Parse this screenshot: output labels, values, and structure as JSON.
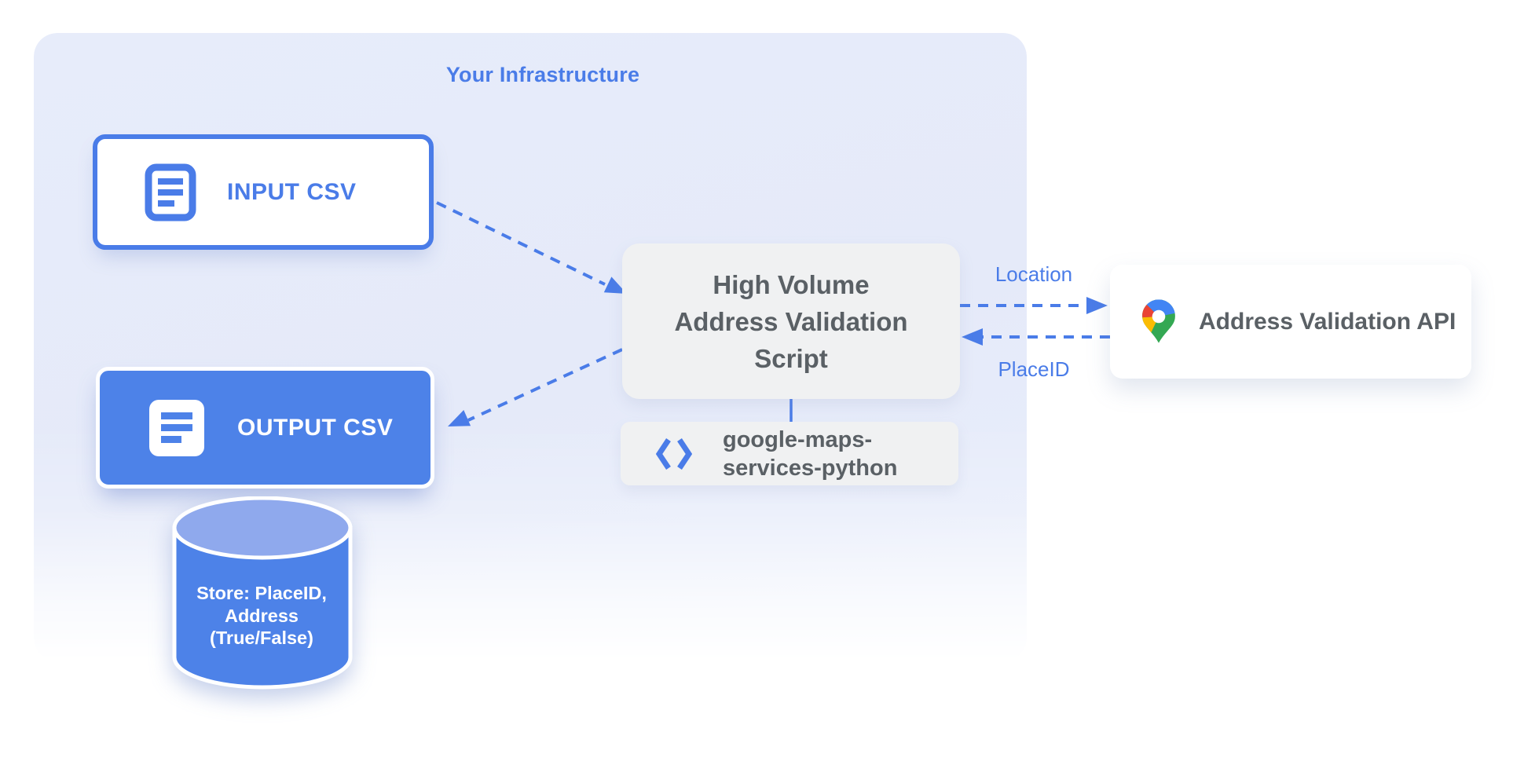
{
  "diagram": {
    "container_title": "Your Infrastructure",
    "nodes": {
      "input_csv": {
        "label": "INPUT CSV",
        "icon": "document-icon"
      },
      "output_csv": {
        "label": "OUTPUT CSV",
        "icon": "document-icon"
      },
      "datastore": {
        "line1": "Store: PlaceID,",
        "line2": "Address",
        "line3": "(True/False)",
        "shape": "database-cylinder"
      },
      "script": {
        "line1": "High Volume",
        "line2": "Address Validation",
        "line3": "Script"
      },
      "library": {
        "line1": "google-maps-",
        "line2": "services-python",
        "icon": "code-icon"
      },
      "api": {
        "label": "Address Validation API",
        "icon": "google-maps-pin-icon"
      }
    },
    "edges": {
      "input_to_script": {
        "style": "dashed",
        "label": ""
      },
      "script_to_output": {
        "style": "dashed",
        "label": ""
      },
      "script_to_api": {
        "style": "dashed",
        "label": "Location"
      },
      "api_to_script": {
        "style": "dashed",
        "label": "PlaceID"
      },
      "script_to_library": {
        "style": "solid",
        "label": ""
      }
    },
    "colors": {
      "accent_blue": "#4A7CE8",
      "fill_blue": "#4D82E8",
      "cylinder_top_blue": "#8FA9ED",
      "container_bg": "#E6EBF9",
      "gray_box": "#F0F1F2",
      "dark_gray_text": "#5A6065",
      "pin_red": "#EA4335",
      "pin_blue": "#4285F4",
      "pin_yellow": "#FBBC04",
      "pin_green": "#34A853"
    }
  }
}
